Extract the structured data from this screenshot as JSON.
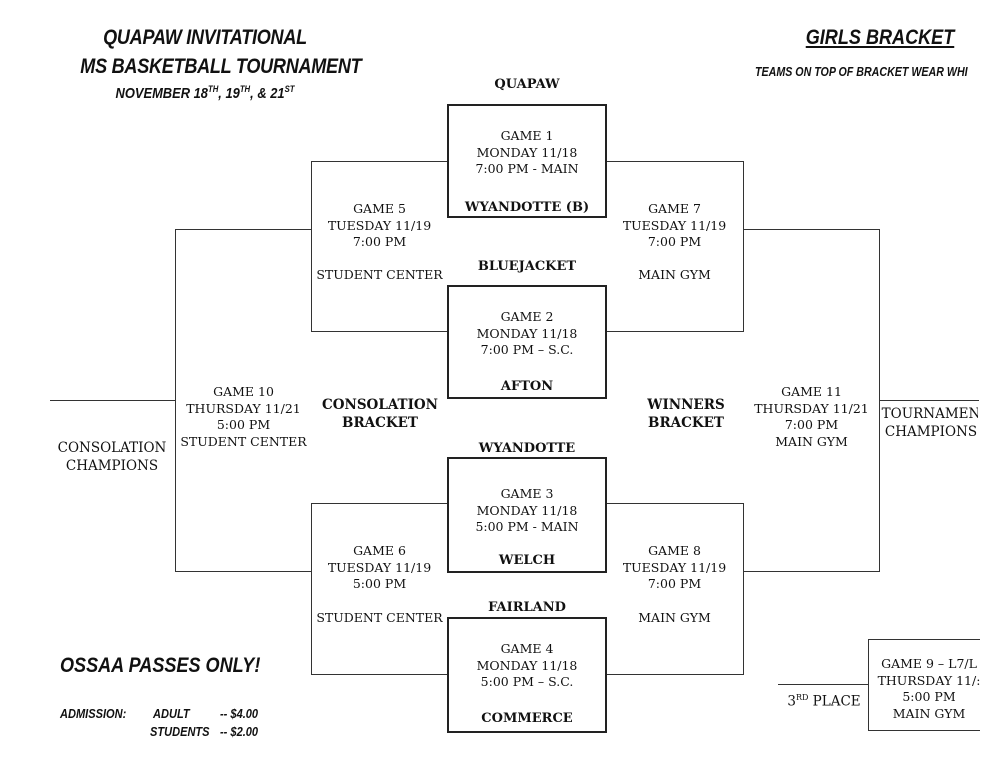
{
  "header": {
    "title_line1": "QUAPAW INVITATIONAL",
    "title_line2": "MS BASKETBALL TOURNAMENT",
    "dates_main": "NOVEMBER 18",
    "dates_sup1": "TH",
    "dates_mid": ", 19",
    "dates_sup2": "TH",
    "dates_end": ", & 21",
    "dates_sup3": "ST",
    "bracket_title": "GIRLS BRACKET",
    "teams_note": "TEAMS ON TOP OF BRACKET WEAR WHI"
  },
  "games": {
    "g1": {
      "top_team": "QUAPAW",
      "bottom_team": "WYANDOTTE (B)",
      "line1": "GAME 1",
      "line2": "MONDAY 11/18",
      "line3": "7:00 PM - MAIN"
    },
    "g2": {
      "top_team": "BLUEJACKET",
      "bottom_team": "AFTON",
      "line1": "GAME 2",
      "line2": "MONDAY 11/18",
      "line3": "7:00 PM – S.C."
    },
    "g3": {
      "top_team": "WYANDOTTE",
      "bottom_team": "WELCH",
      "line1": "GAME 3",
      "line2": "MONDAY 11/18",
      "line3": "5:00 PM - MAIN"
    },
    "g4": {
      "top_team": "FAIRLAND",
      "bottom_team": "COMMERCE",
      "line1": "GAME 4",
      "line2": "MONDAY 11/18",
      "line3": "5:00 PM – S.C."
    },
    "g5": {
      "line1": "GAME 5",
      "line2": "TUESDAY 11/19",
      "line3": "7:00 PM",
      "venue": "STUDENT CENTER"
    },
    "g6": {
      "line1": "GAME 6",
      "line2": "TUESDAY 11/19",
      "line3": "5:00 PM",
      "venue": "STUDENT CENTER"
    },
    "g7": {
      "line1": "GAME 7",
      "line2": "TUESDAY 11/19",
      "line3": "7:00 PM",
      "venue": "MAIN GYM"
    },
    "g8": {
      "line1": "GAME 8",
      "line2": "TUESDAY 11/19",
      "line3": "7:00 PM",
      "venue": "MAIN GYM"
    },
    "g9": {
      "line1": "GAME 9 – L7/L",
      "line2": "THURSDAY 11/:",
      "line3": "5:00 PM",
      "line4": "MAIN GYM"
    },
    "g10": {
      "line1": "GAME 10",
      "line2": "THURSDAY 11/21",
      "line3": "5:00 PM",
      "line4": "STUDENT CENTER"
    },
    "g11": {
      "line1": "GAME 11",
      "line2": "THURSDAY 11/21",
      "line3": "7:00 PM",
      "line4": "MAIN GYM"
    }
  },
  "labels": {
    "consolation_bracket_1": "CONSOLATION",
    "consolation_bracket_2": "BRACKET",
    "winners_bracket_1": "WINNERS",
    "winners_bracket_2": "BRACKET",
    "consolation_champions_1": "CONSOLATION",
    "consolation_champions_2": "CHAMPIONS",
    "tournament_champions_1": "TOURNAMEN",
    "tournament_champions_2": "CHAMPIONS",
    "third_place": "3",
    "third_place_sup": "RD",
    "third_place_rest": " PLACE"
  },
  "footer": {
    "passes": "OSSAA PASSES ONLY!",
    "admission_label": "ADMISSION:",
    "adult_label": "ADULT",
    "adult_price": "-- $4.00",
    "students_label": "STUDENTS",
    "students_price": "-- $2.00"
  }
}
